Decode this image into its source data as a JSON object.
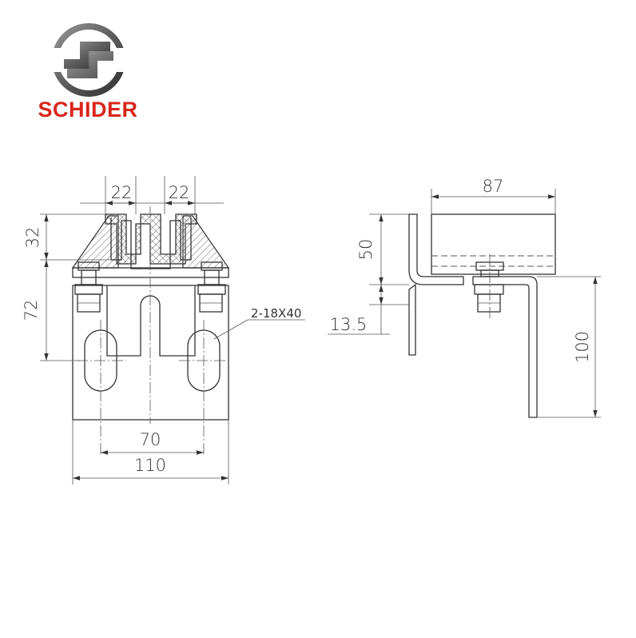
{
  "brand": {
    "name": "SCHIDER",
    "color": "#d9261c",
    "logo_icon": "schider-logo-icon"
  },
  "front_view": {
    "dimensions": {
      "groove_left": "22",
      "groove_right": "22",
      "height_top": "32",
      "height_body": "72",
      "hole_spacing": "70",
      "total_width": "110"
    },
    "slot_note": "2-18X40"
  },
  "side_view": {
    "dimensions": {
      "top_width": "87",
      "upper_height": "50",
      "offset": "13.5",
      "leg_height": "100"
    }
  }
}
